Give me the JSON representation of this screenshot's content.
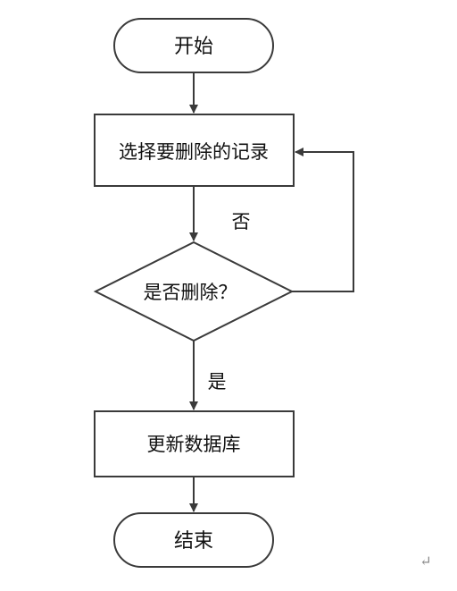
{
  "flowchart": {
    "start_label": "开始",
    "select_label": "选择要删除的记录",
    "decision_label": "是否删除？",
    "no_label": "否",
    "yes_label": "是",
    "update_label": "更新数据库",
    "end_label": "结束",
    "return_mark": "↵"
  },
  "colors": {
    "stroke": "#3a3a3a",
    "text": "#111111",
    "background": "#ffffff",
    "return_mark": "#8a8a8a"
  }
}
